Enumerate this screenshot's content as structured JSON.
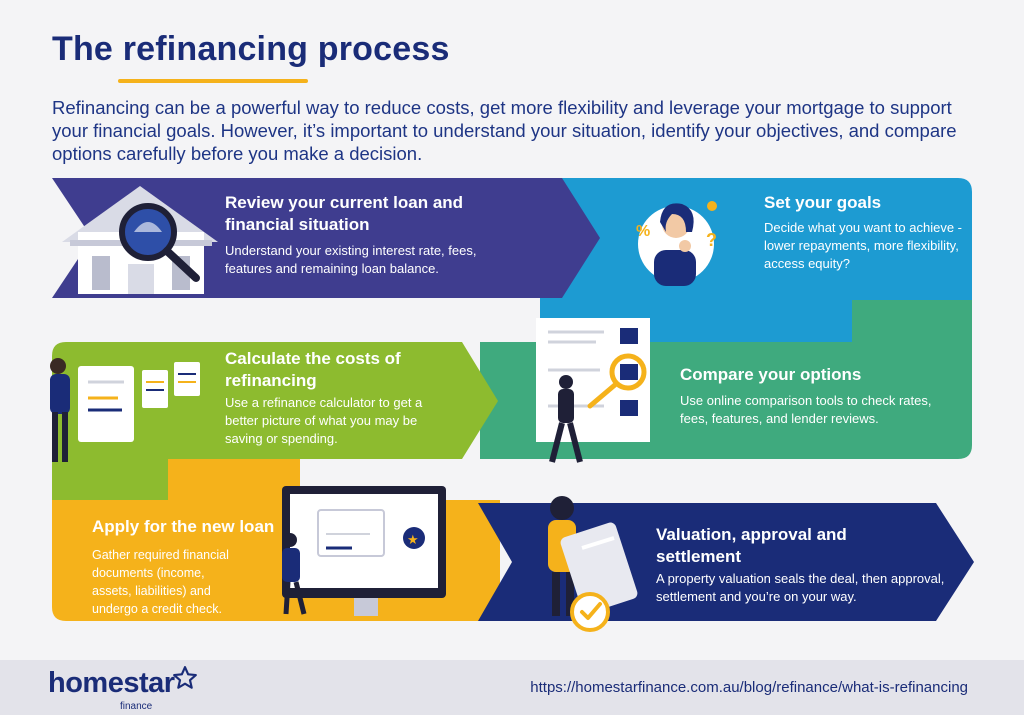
{
  "header": {
    "title": "The refinancing process",
    "intro": "Refinancing can be a powerful way to reduce costs, get more flexibility and leverage your mortgage to support your financial goals. However, it’s important to understand your situation, identify your objectives, and compare options carefully before you make a decision."
  },
  "steps": [
    {
      "title": "Review your current loan and financial situation",
      "desc": "Understand your existing interest rate, fees, features and remaining loan balance.",
      "color": "#3f3d8f"
    },
    {
      "title": "Set your goals",
      "desc": "Decide what you want to achieve - lower repayments, more flexibility, access equity?",
      "color": "#1d9bd2"
    },
    {
      "title": "Calculate the costs of refinancing",
      "desc": "Use a refinance calculator to get a better picture of what you may be saving or spending.",
      "color": "#8dbb2f"
    },
    {
      "title": "Compare your options",
      "desc": "Use online comparison tools to check rates, fees, features, and lender reviews.",
      "color": "#3faa7e"
    },
    {
      "title": "Apply for the new loan",
      "desc": "Gather required financial documents (income, assets, liabilities) and undergo a credit check.",
      "color": "#f5b21b"
    },
    {
      "title": "Valuation, approval and settlement",
      "desc": "A property valuation seals the deal, then approval, settlement and you’re on your way.",
      "color": "#1a2c78"
    }
  ],
  "footer": {
    "brand": "homestar",
    "brand_sub": "finance",
    "url": "https://homestarfinance.com.au/blog/refinance/what-is-refinancing"
  },
  "colors": {
    "navy": "#1a2c78",
    "yellow": "#f5b21b",
    "purple": "#3f3d8f",
    "blue": "#1d9bd2",
    "lime": "#8dbb2f",
    "teal": "#3faa7e"
  }
}
